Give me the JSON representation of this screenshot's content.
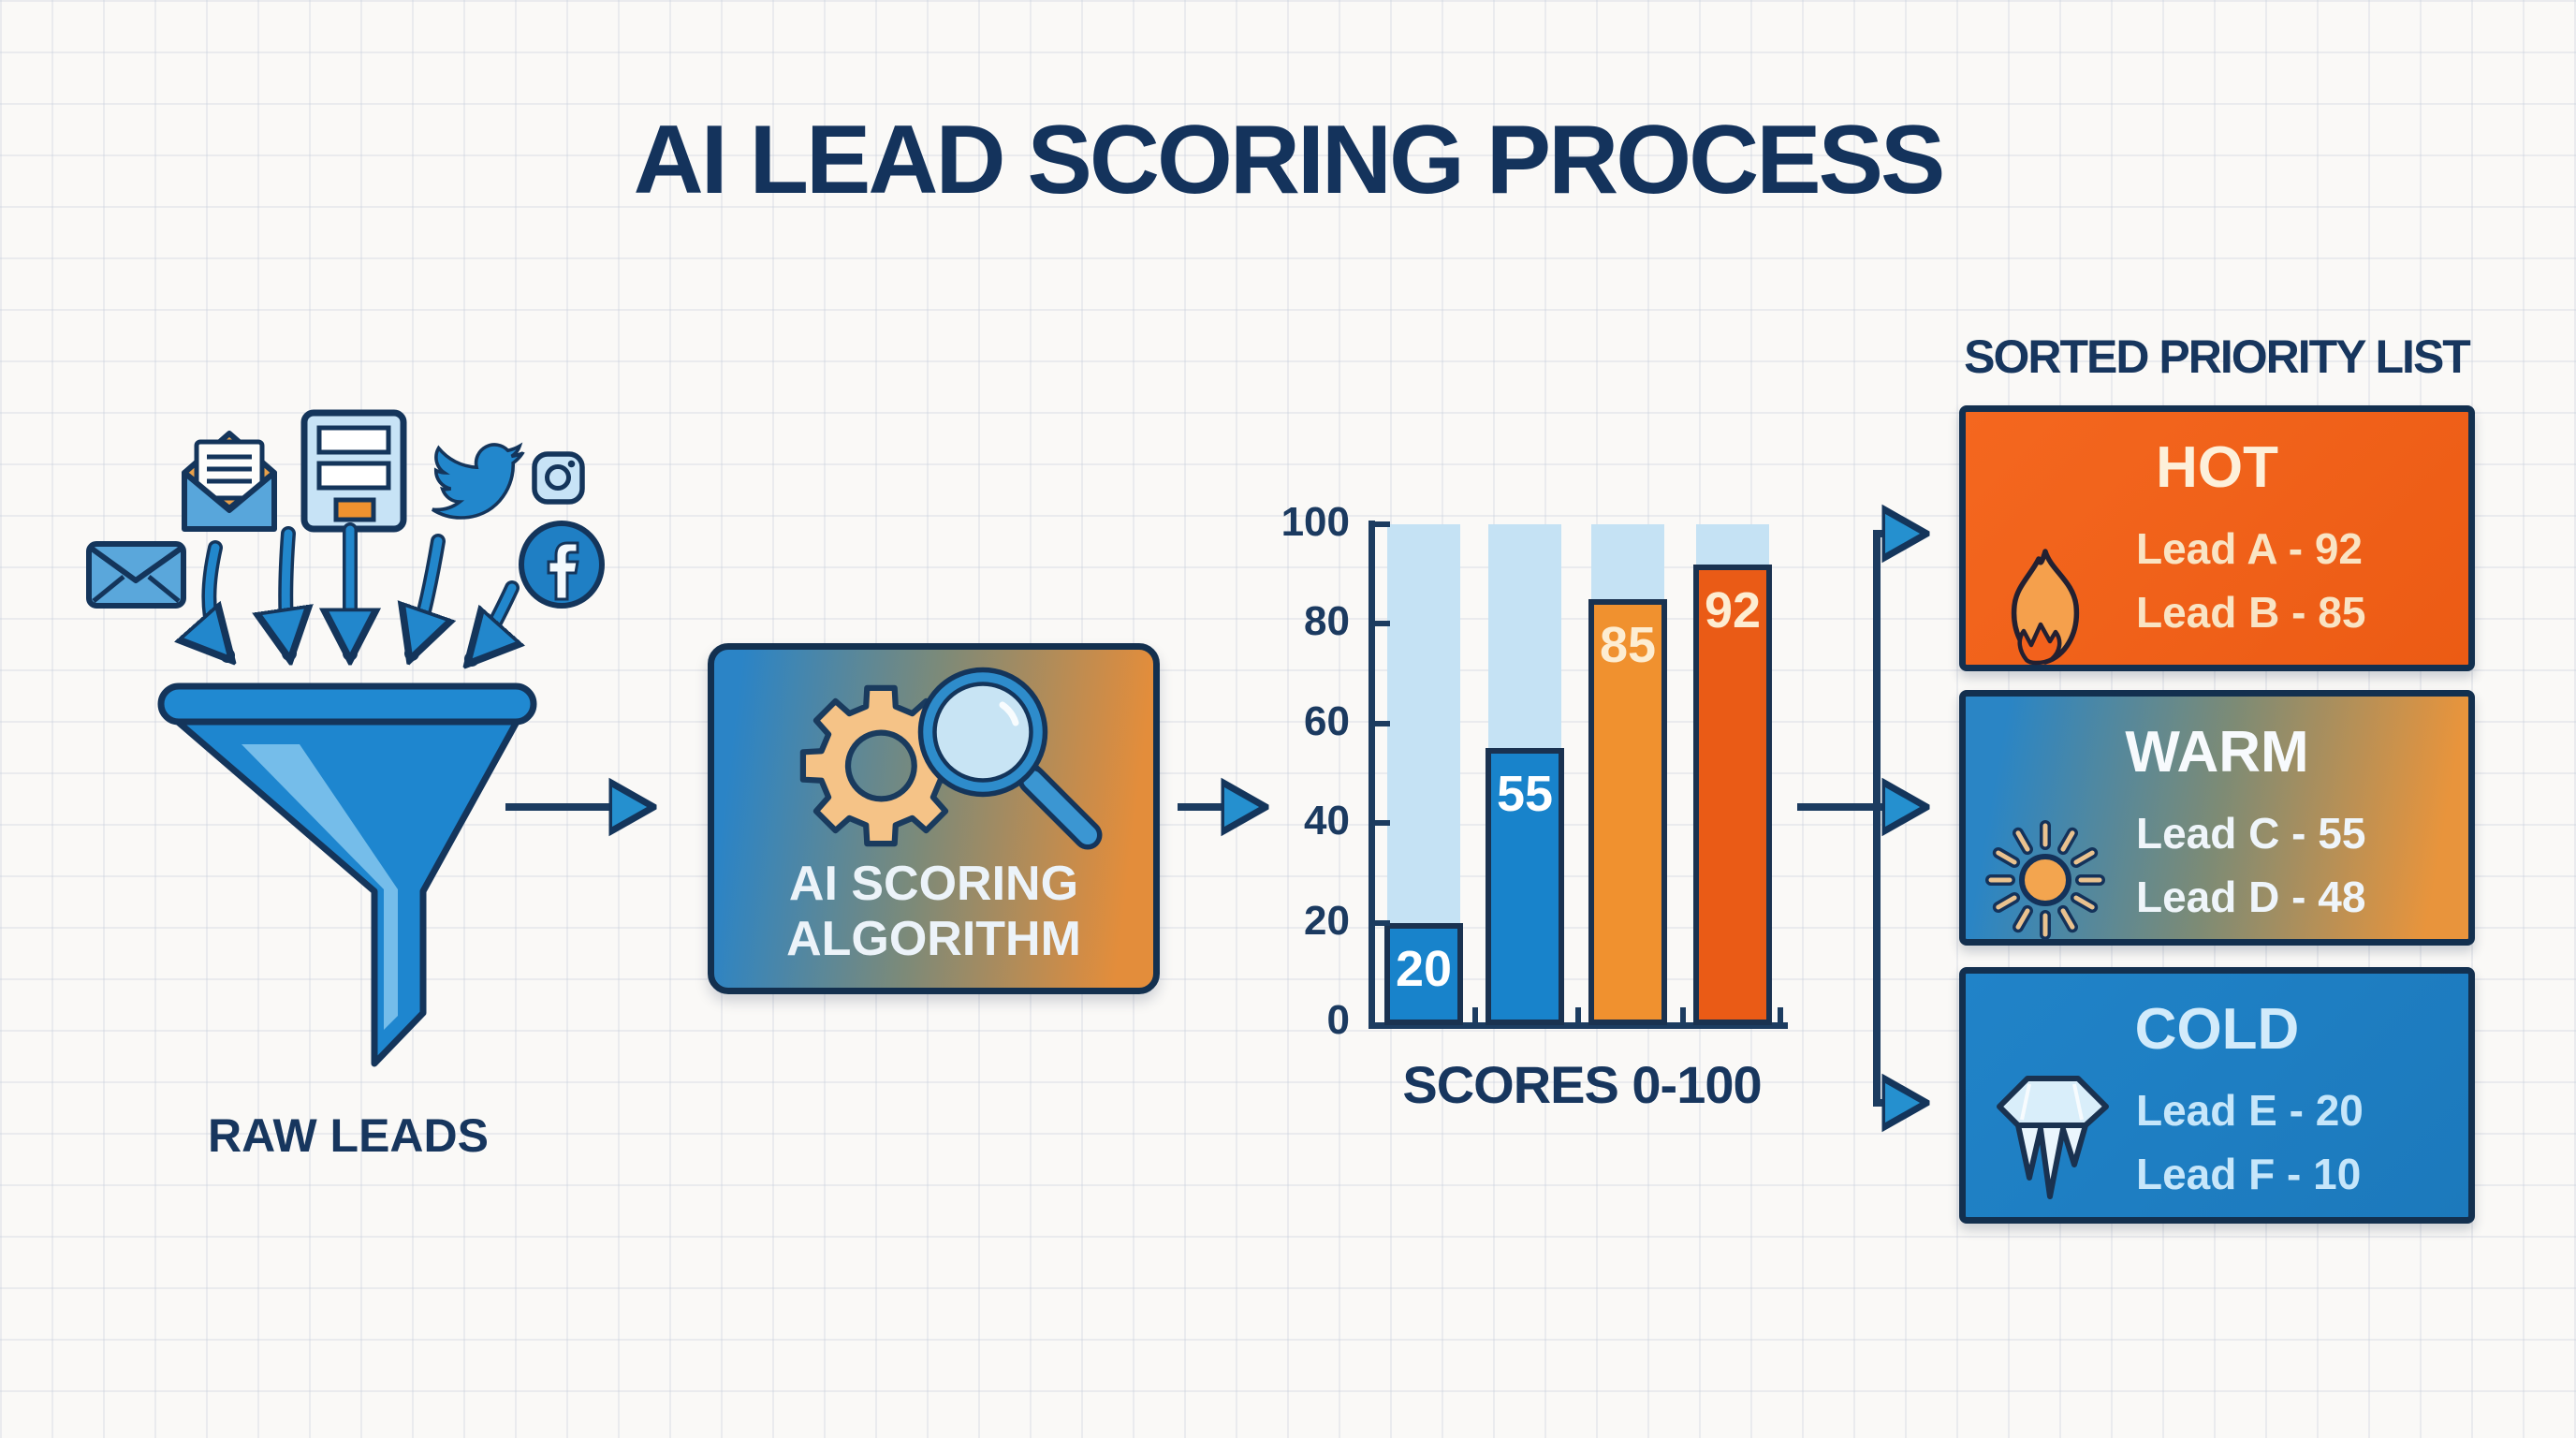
{
  "title": "AI LEAD SCORING PROCESS",
  "funnel": {
    "label": "RAW LEADS",
    "icon": "funnel-icon"
  },
  "sources": {
    "icons": [
      "closed-envelope-icon",
      "open-envelope-icon",
      "form-icon",
      "twitter-icon",
      "instagram-icon",
      "facebook-icon"
    ]
  },
  "ai_box": {
    "line1": "AI SCORING",
    "line2": "ALGORITHM",
    "icons": [
      "gear-icon",
      "magnifier-icon"
    ]
  },
  "chart_data": {
    "type": "bar",
    "values": [
      20,
      55,
      85,
      92
    ],
    "bar_labels": [
      "20",
      "55",
      "85",
      "92"
    ],
    "bar_colors": [
      "#1883CB",
      "#1883CB",
      "#F0912F",
      "#EA5B16"
    ],
    "bar_label_colors": [
      "#FFFFFF",
      "#FFFFFF",
      "#FDEDD2",
      "#FDEDD2"
    ],
    "track_color": "#C5E2F4",
    "yticks": [
      0,
      20,
      40,
      60,
      80,
      100
    ],
    "ylim": [
      0,
      100
    ],
    "xlabel": "SCORES 0-100",
    "ylabel": "",
    "title": "",
    "grid": false,
    "legend": false
  },
  "priority": {
    "header": "SORTED PRIORITY LIST",
    "tiers": [
      {
        "name": "HOT",
        "icon": "flame-icon",
        "bg": "#F2611C",
        "leads": [
          "Lead A - 92",
          "Lead B - 85"
        ]
      },
      {
        "name": "WARM",
        "icon": "sun-icon",
        "bg": "#2A85C5-#E8943C",
        "leads": [
          "Lead C - 55",
          "Lead D - 48"
        ]
      },
      {
        "name": "COLD",
        "icon": "ice-icon",
        "bg": "#1F80C5",
        "leads": [
          "Lead E - 20",
          "Lead F - 10"
        ]
      }
    ]
  },
  "colors": {
    "title_navy": "#14335C",
    "outline_navy": "#14355B",
    "flow_blue": "#2287CC",
    "funnel_blue": "#1E86CF",
    "accent_orange": "#F0912F",
    "accent_deep_orange": "#EA5B16",
    "light_blue": "#C5E2F4",
    "background": "#FAF9F7"
  }
}
